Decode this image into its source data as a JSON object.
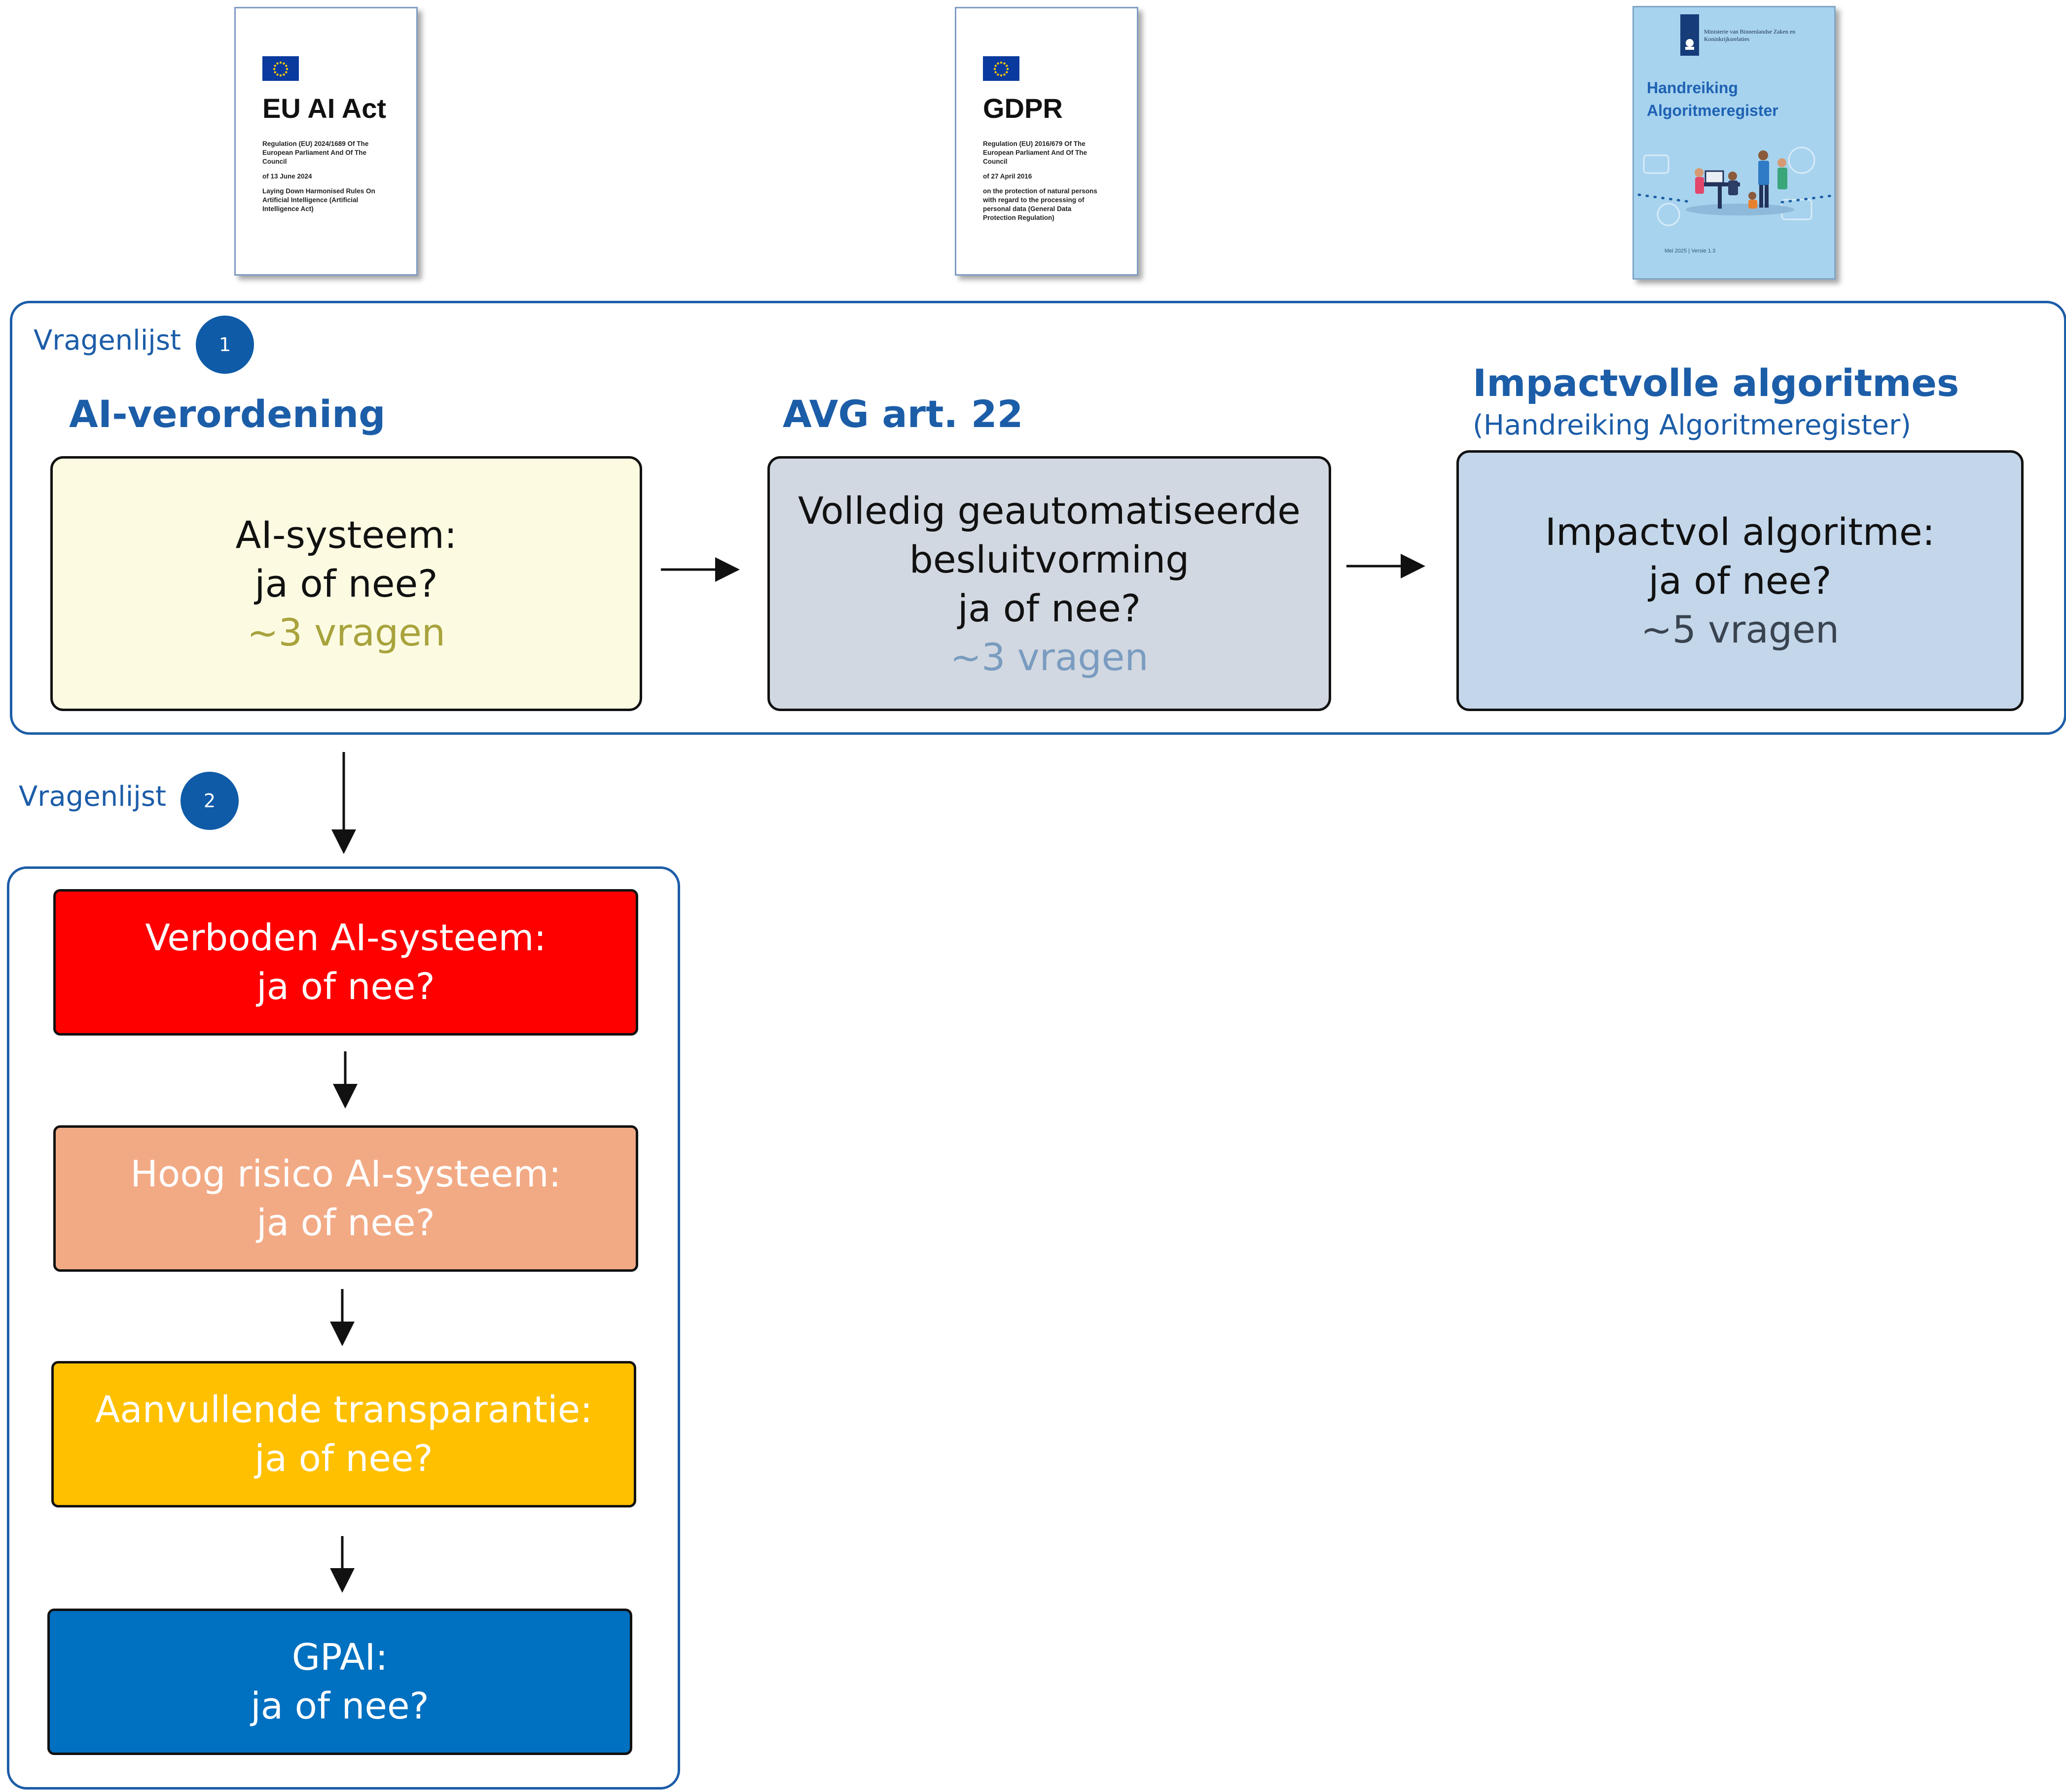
{
  "documents": [
    {
      "title": "EU AI Act",
      "lines": [
        "Regulation (EU) 2024/1689 Of The\nEuropean Parliament And Of The\nCouncil",
        "of 13 June 2024",
        "Laying Down Harmonised Rules On\nArtificial Intelligence (Artificial\nIntelligence Act)"
      ]
    },
    {
      "title": "GDPR",
      "lines": [
        "Regulation (EU) 2016/679 Of The\nEuropean Parliament And Of The\nCouncil",
        "of 27 April 2016",
        "on the protection of natural persons\nwith regard to the processing of\npersonal data (General Data\nProtection Regulation)"
      ]
    },
    {
      "ministry": "Ministerie van Binnenlandse Zaken en\nKoninkrijksrelaties",
      "title": "Handreiking\nAlgoritmeregister",
      "footer": "Mei 2025 | Versie 1.3"
    }
  ],
  "questionnaire1": {
    "label": "Vragenlijst",
    "badge": "1",
    "columns": [
      {
        "heading": "AI-verordening",
        "lines": [
          "AI-systeem:",
          "ja of nee?"
        ],
        "count": "~3 vragen",
        "bg": "#fcfbe2",
        "count_color": "#a8a33c"
      },
      {
        "heading": "AVG art. 22",
        "lines": [
          "Volledig geautomatiseerde",
          "besluitvorming",
          "ja of nee?"
        ],
        "count": "~3 vragen",
        "bg": "#d2d8e1",
        "count_color": "#7a9cc0"
      },
      {
        "heading": "Impactvolle algoritmes",
        "subheading": "(Handreiking Algoritmeregister)",
        "lines": [
          "Impactvol algoritme:",
          "ja of nee?"
        ],
        "count": "~5 vragen",
        "bg": "#c3d6ea",
        "count_color": "#3a4450"
      }
    ]
  },
  "questionnaire2": {
    "label": "Vragenlijst",
    "badge": "2",
    "steps": [
      {
        "lines": [
          "Verboden AI-systeem:",
          "ja of nee?"
        ],
        "bg": "#ff0000"
      },
      {
        "lines": [
          "Hoog risico AI-systeem:",
          "ja of nee?"
        ],
        "bg": "#f2aa85"
      },
      {
        "lines": [
          "Aanvullende transparantie:",
          "ja of nee?"
        ],
        "bg": "#ffc000"
      },
      {
        "lines": [
          "GPAI:",
          "ja of nee?"
        ],
        "bg": "#0070c0"
      }
    ]
  },
  "colors": {
    "accent": "#1c5da8",
    "badge": "#0f5ba8",
    "border": "#111111"
  }
}
